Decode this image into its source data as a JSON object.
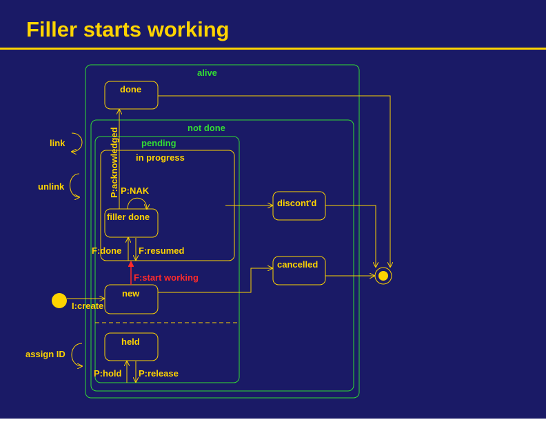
{
  "title": "Filler starts working",
  "colors": {
    "background": "#1a1a66",
    "accent": "#ffd400",
    "region": "#33dd33",
    "transition_highlight": "#ff2a2a"
  },
  "regions": {
    "alive": "alive",
    "not_done": "not done",
    "pending": "pending"
  },
  "states": {
    "done": "done",
    "in_progress": "in progress",
    "filler_done": "filler done",
    "new": "new",
    "held": "held",
    "discontd": "discont'd",
    "cancelled": "cancelled"
  },
  "transitions": {
    "p_acknowledged": "P:acknowledged",
    "p_nak": "P:NAK",
    "f_done": "F:done",
    "f_resumed": "F:resumed",
    "f_start_working": "F:start working",
    "i_create": "I:create",
    "p_hold": "P:hold",
    "p_release": "P:release"
  },
  "self_transitions": {
    "link": "link",
    "unlink": "unlink",
    "assign_id": "assign ID"
  }
}
